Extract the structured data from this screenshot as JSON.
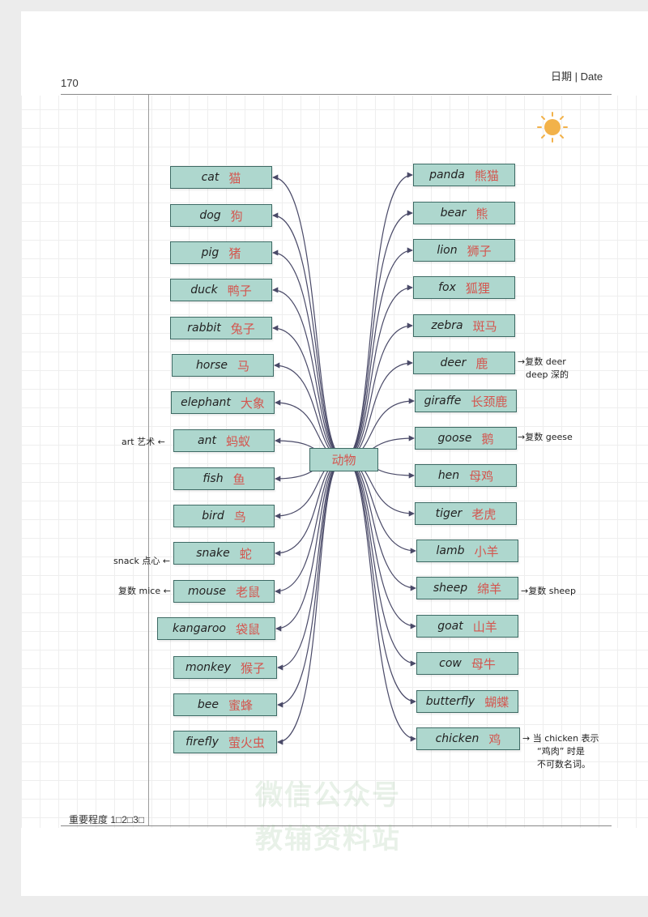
{
  "header": {
    "page_number": "170",
    "date_label": "日期 | Date"
  },
  "footer": {
    "importance_label": "重要程度 1□2□3□"
  },
  "hub": {
    "label": "动物"
  },
  "left_words": [
    {
      "en": "cat",
      "zh": "猫"
    },
    {
      "en": "dog",
      "zh": "狗"
    },
    {
      "en": "pig",
      "zh": "猪"
    },
    {
      "en": "duck",
      "zh": "鸭子"
    },
    {
      "en": "rabbit",
      "zh": "兔子"
    },
    {
      "en": "horse",
      "zh": "马"
    },
    {
      "en": "elephant",
      "zh": "大象"
    },
    {
      "en": "ant",
      "zh": "蚂蚁"
    },
    {
      "en": "fish",
      "zh": "鱼"
    },
    {
      "en": "bird",
      "zh": "鸟"
    },
    {
      "en": "snake",
      "zh": "蛇"
    },
    {
      "en": "mouse",
      "zh": "老鼠"
    },
    {
      "en": "kangaroo",
      "zh": "袋鼠"
    },
    {
      "en": "monkey",
      "zh": "猴子"
    },
    {
      "en": "bee",
      "zh": "蜜蜂"
    },
    {
      "en": "firefly",
      "zh": "萤火虫"
    }
  ],
  "right_words": [
    {
      "en": "panda",
      "zh": "熊猫"
    },
    {
      "en": "bear",
      "zh": "熊"
    },
    {
      "en": "lion",
      "zh": "狮子"
    },
    {
      "en": "fox",
      "zh": "狐狸"
    },
    {
      "en": "zebra",
      "zh": "斑马"
    },
    {
      "en": "deer",
      "zh": "鹿"
    },
    {
      "en": "giraffe",
      "zh": "长颈鹿"
    },
    {
      "en": "goose",
      "zh": "鹅"
    },
    {
      "en": "hen",
      "zh": "母鸡"
    },
    {
      "en": "tiger",
      "zh": "老虎"
    },
    {
      "en": "lamb",
      "zh": "小羊"
    },
    {
      "en": "sheep",
      "zh": "绵羊"
    },
    {
      "en": "goat",
      "zh": "山羊"
    },
    {
      "en": "cow",
      "zh": "母牛"
    },
    {
      "en": "butterfly",
      "zh": "蝴蝶"
    },
    {
      "en": "chicken",
      "zh": "鸡"
    }
  ],
  "notes": {
    "ant": "art 艺术 ←",
    "snake": "snack 点心 ←",
    "mouse": "复数 mice ←",
    "deer_line1": "→复数 deer",
    "deer_line2": "deep 深的",
    "goose": "→复数 geese",
    "sheep": "→复数 sheep",
    "chicken_line1": "→ 当 chicken 表示",
    "chicken_line2": "“鸡肉” 时是",
    "chicken_line3": "不可数名词。"
  },
  "watermark": {
    "line1": "微信公众号",
    "line2": "教辅资料站"
  },
  "colors": {
    "box_fill": "#aed7ce",
    "box_border": "#3d6a64",
    "chinese_text": "#d4554e",
    "connector": "#4a4a68"
  },
  "icons": {
    "sun": "sun-doodle-icon"
  }
}
